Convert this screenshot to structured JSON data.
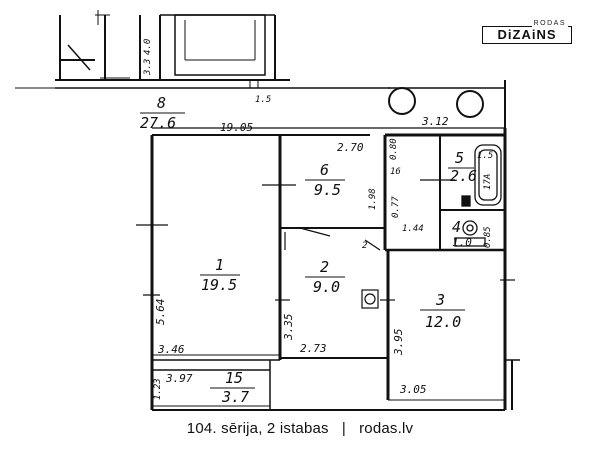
{
  "logo": {
    "top": "RODAS",
    "main": "DiZAiNS"
  },
  "caption": {
    "series": "104. sērija, 2 istabas",
    "separator": "|",
    "site": "rodas.lv"
  },
  "rooms": [
    {
      "number": "8",
      "area": "27.6"
    },
    {
      "number": "6",
      "area": "9.5"
    },
    {
      "number": "5",
      "area": "2.6"
    },
    {
      "number": "4",
      "area": "1.0"
    },
    {
      "number": "1",
      "area": "19.5"
    },
    {
      "number": "2",
      "area": "9.0"
    },
    {
      "number": "3",
      "area": "12.0"
    },
    {
      "number": "15",
      "area": "3.7"
    }
  ],
  "dimensions": {
    "d_19_05": "19.05",
    "d_3_12": "3.12",
    "d_2_70": "2.70",
    "d_1_98": "1.98",
    "d_5_64": "5.64",
    "d_3_46": "3.46",
    "d_3_35": "3.35",
    "d_2_73": "2.73",
    "d_3_95": "3.95",
    "d_3_05": "3.05",
    "d_3_97": "3.97",
    "d_1_23": "1.23",
    "d_1_44": "1.44",
    "d_0_77": "0.77",
    "d_0_80": "0.80",
    "d_0_85": "0.85",
    "d_16": "16",
    "d_4_0": "4.0",
    "d_3_3": "3.3",
    "d_1_5": "1.5"
  },
  "fixtures": {
    "bath": "1.5",
    "toilet": "17A",
    "small": "2"
  }
}
